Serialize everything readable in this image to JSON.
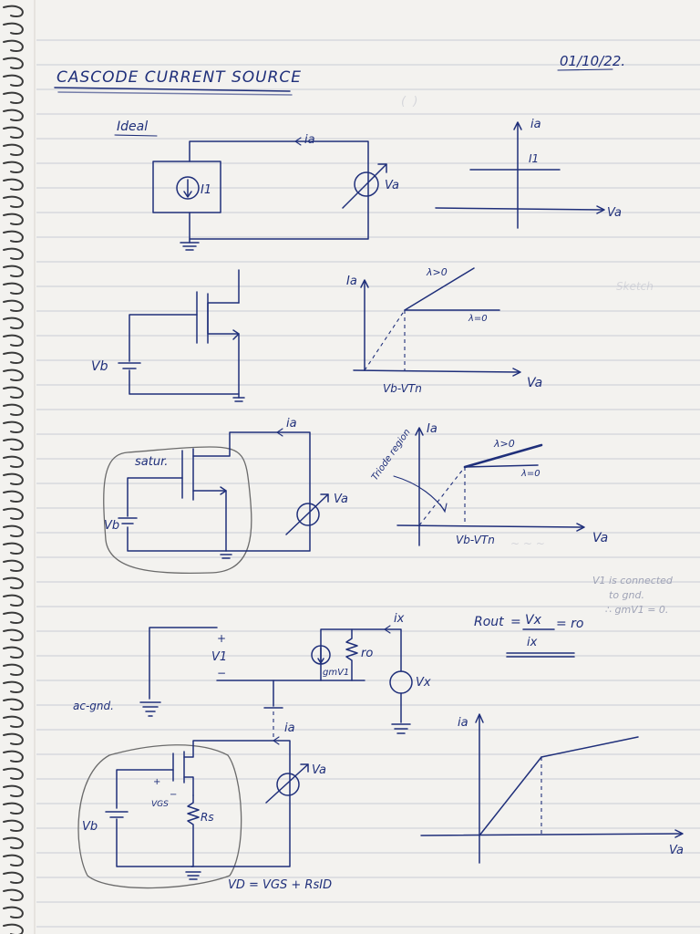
{
  "title": "CASCODE CURRENT SOURCE",
  "date": "01/10/22.",
  "ideal": {
    "label": "Ideal",
    "current_label": "ia",
    "source_label": "I1",
    "va_label": "Va",
    "graph_y": "ia",
    "graph_level": "I1",
    "graph_x": "Va"
  },
  "mosfet_basic": {
    "vb_label": "Vb",
    "graph_y": "Ia",
    "lambda_pos": "λ>0",
    "lambda_zero": "λ=0",
    "knee_label": "Vb-VTn",
    "graph_x": "Va"
  },
  "mosfet_sat": {
    "satur_label": "satur.",
    "current_label": "ia",
    "vb_label": "Vb",
    "va_label": "Va",
    "graph_y": "Ia",
    "triode_label": "Triode region",
    "lambda_pos": "λ>0",
    "lambda_zero": "λ=0",
    "knee_label": "Vb-VTn",
    "graph_x": "Va"
  },
  "small_signal": {
    "ix_label": "ix",
    "rout_label": "Rout",
    "rout_num": "Vx",
    "rout_den": "ix",
    "rout_result": "= ro",
    "v1_label": "V1",
    "v1_plus": "+",
    "v1_minus": "−",
    "gm_label": "gmV1",
    "ro_label": "ro",
    "vx_label": "Vx",
    "acgnd_label": "ac-gnd.",
    "note_line1": "V1 is connected",
    "note_line2": "to gnd.",
    "note_line3": "∴ gmV1 = 0."
  },
  "degenerated": {
    "current_label": "ia",
    "va_label": "Va",
    "vb_label": "Vb",
    "vgs_label": "VGS",
    "rs_label": "Rs",
    "equation": "VD = VGS + RsID",
    "graph_y": "ia",
    "graph_x": "Va"
  }
}
